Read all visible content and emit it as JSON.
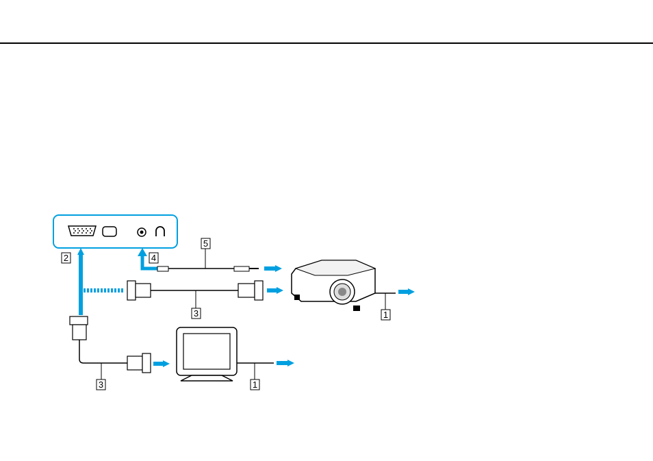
{
  "diagram": {
    "callouts": {
      "label_1_projector": "1",
      "label_1_monitor": "1",
      "label_2": "2",
      "label_3_projector_cable": "3",
      "label_3_monitor_cable": "3",
      "label_4": "4",
      "label_5": "5"
    },
    "colors": {
      "arrow": "#00a0e0",
      "line": "#000000",
      "panel_border": "#00a0e0"
    },
    "icons": {
      "vga_port": "vga-port-icon",
      "hdmi_port": "hdmi-port-icon",
      "audio_jack": "headphone-jack-icon",
      "headphone": "headphones-icon",
      "projector": "projector-icon",
      "monitor": "monitor-icon"
    }
  }
}
